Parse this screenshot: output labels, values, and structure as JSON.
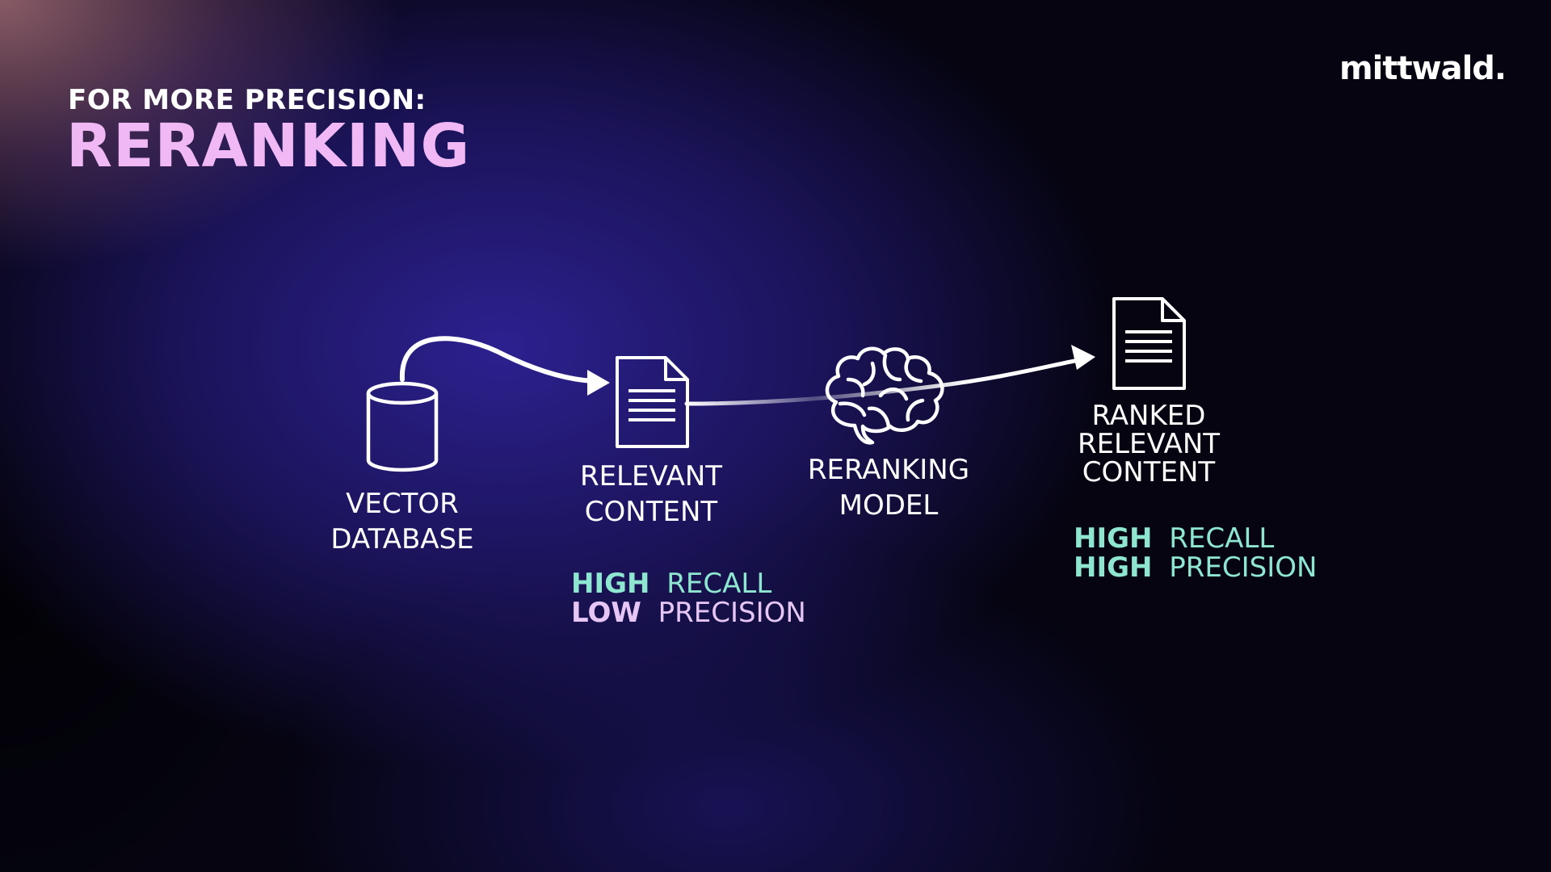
{
  "slide": {
    "kicker": "FOR MORE PRECISION:",
    "title": "RERANKING",
    "logo": "mittwald."
  },
  "colors": {
    "title_accent": "#f0b8f4",
    "teal": "#8ee6d0",
    "lavender": "#e6c6f4",
    "background": "#050410"
  },
  "nodes": [
    {
      "id": "vector-database",
      "icon": "cylinder-icon",
      "label_lines": [
        "VECTOR",
        "DATABASE"
      ]
    },
    {
      "id": "relevant-content",
      "icon": "document-icon",
      "label_lines": [
        "RELEVANT",
        "CONTENT"
      ]
    },
    {
      "id": "reranking-model",
      "icon": "brain-icon",
      "label_lines": [
        "RERANKING",
        "MODEL"
      ]
    },
    {
      "id": "ranked-relevant-content",
      "icon": "document-icon",
      "label_lines": [
        "RANKED",
        "RELEVANT",
        "CONTENT"
      ]
    }
  ],
  "metrics": {
    "relevant": [
      {
        "level": "HIGH",
        "measure": "RECALL"
      },
      {
        "level": "LOW",
        "measure": "PRECISION"
      }
    ],
    "ranked": [
      {
        "level": "HIGH",
        "measure": "RECALL"
      },
      {
        "level": "HIGH",
        "measure": "PRECISION"
      }
    ]
  }
}
